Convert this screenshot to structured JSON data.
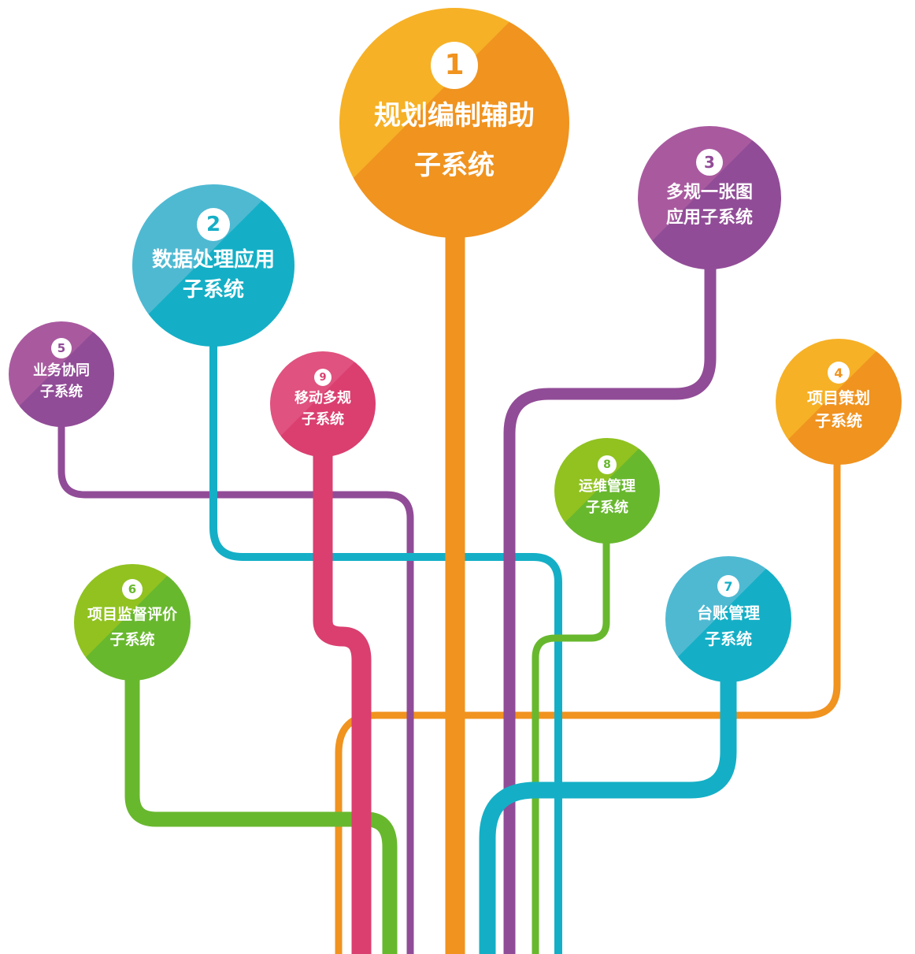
{
  "diagram": {
    "type": "tree",
    "nodes": [
      {
        "id": 1,
        "number": "1",
        "line1": "规划编制辅助",
        "line2": "子系统",
        "color_light": "#f6b126",
        "color_dark": "#f0931f"
      },
      {
        "id": 2,
        "number": "2",
        "line1": "数据处理应用",
        "line2": "子系统",
        "color_light": "#4fb9d2",
        "color_dark": "#14afc6"
      },
      {
        "id": 3,
        "number": "3",
        "line1": "多规一张图",
        "line2": "应用子系统",
        "color_light": "#a95a9f",
        "color_dark": "#914c97"
      },
      {
        "id": 4,
        "number": "4",
        "line1": "项目策划",
        "line2": "子系统",
        "color_light": "#f6b126",
        "color_dark": "#f0931f"
      },
      {
        "id": 5,
        "number": "5",
        "line1": "业务协同",
        "line2": "子系统",
        "color_light": "#a95a9f",
        "color_dark": "#914c97"
      },
      {
        "id": 6,
        "number": "6",
        "line1": "项目监督评价",
        "line2": "子系统",
        "color_light": "#91c220",
        "color_dark": "#68b82e"
      },
      {
        "id": 7,
        "number": "7",
        "line1": "台账管理",
        "line2": "子系统",
        "color_light": "#4fb9d2",
        "color_dark": "#14afc6"
      },
      {
        "id": 8,
        "number": "8",
        "line1": "运维管理",
        "line2": "子系统",
        "color_light": "#91c220",
        "color_dark": "#68b82e"
      },
      {
        "id": 9,
        "number": "9",
        "line1": "移动多规",
        "line2": "子系统",
        "color_light": "#e0527f",
        "color_dark": "#da3f70"
      }
    ]
  }
}
